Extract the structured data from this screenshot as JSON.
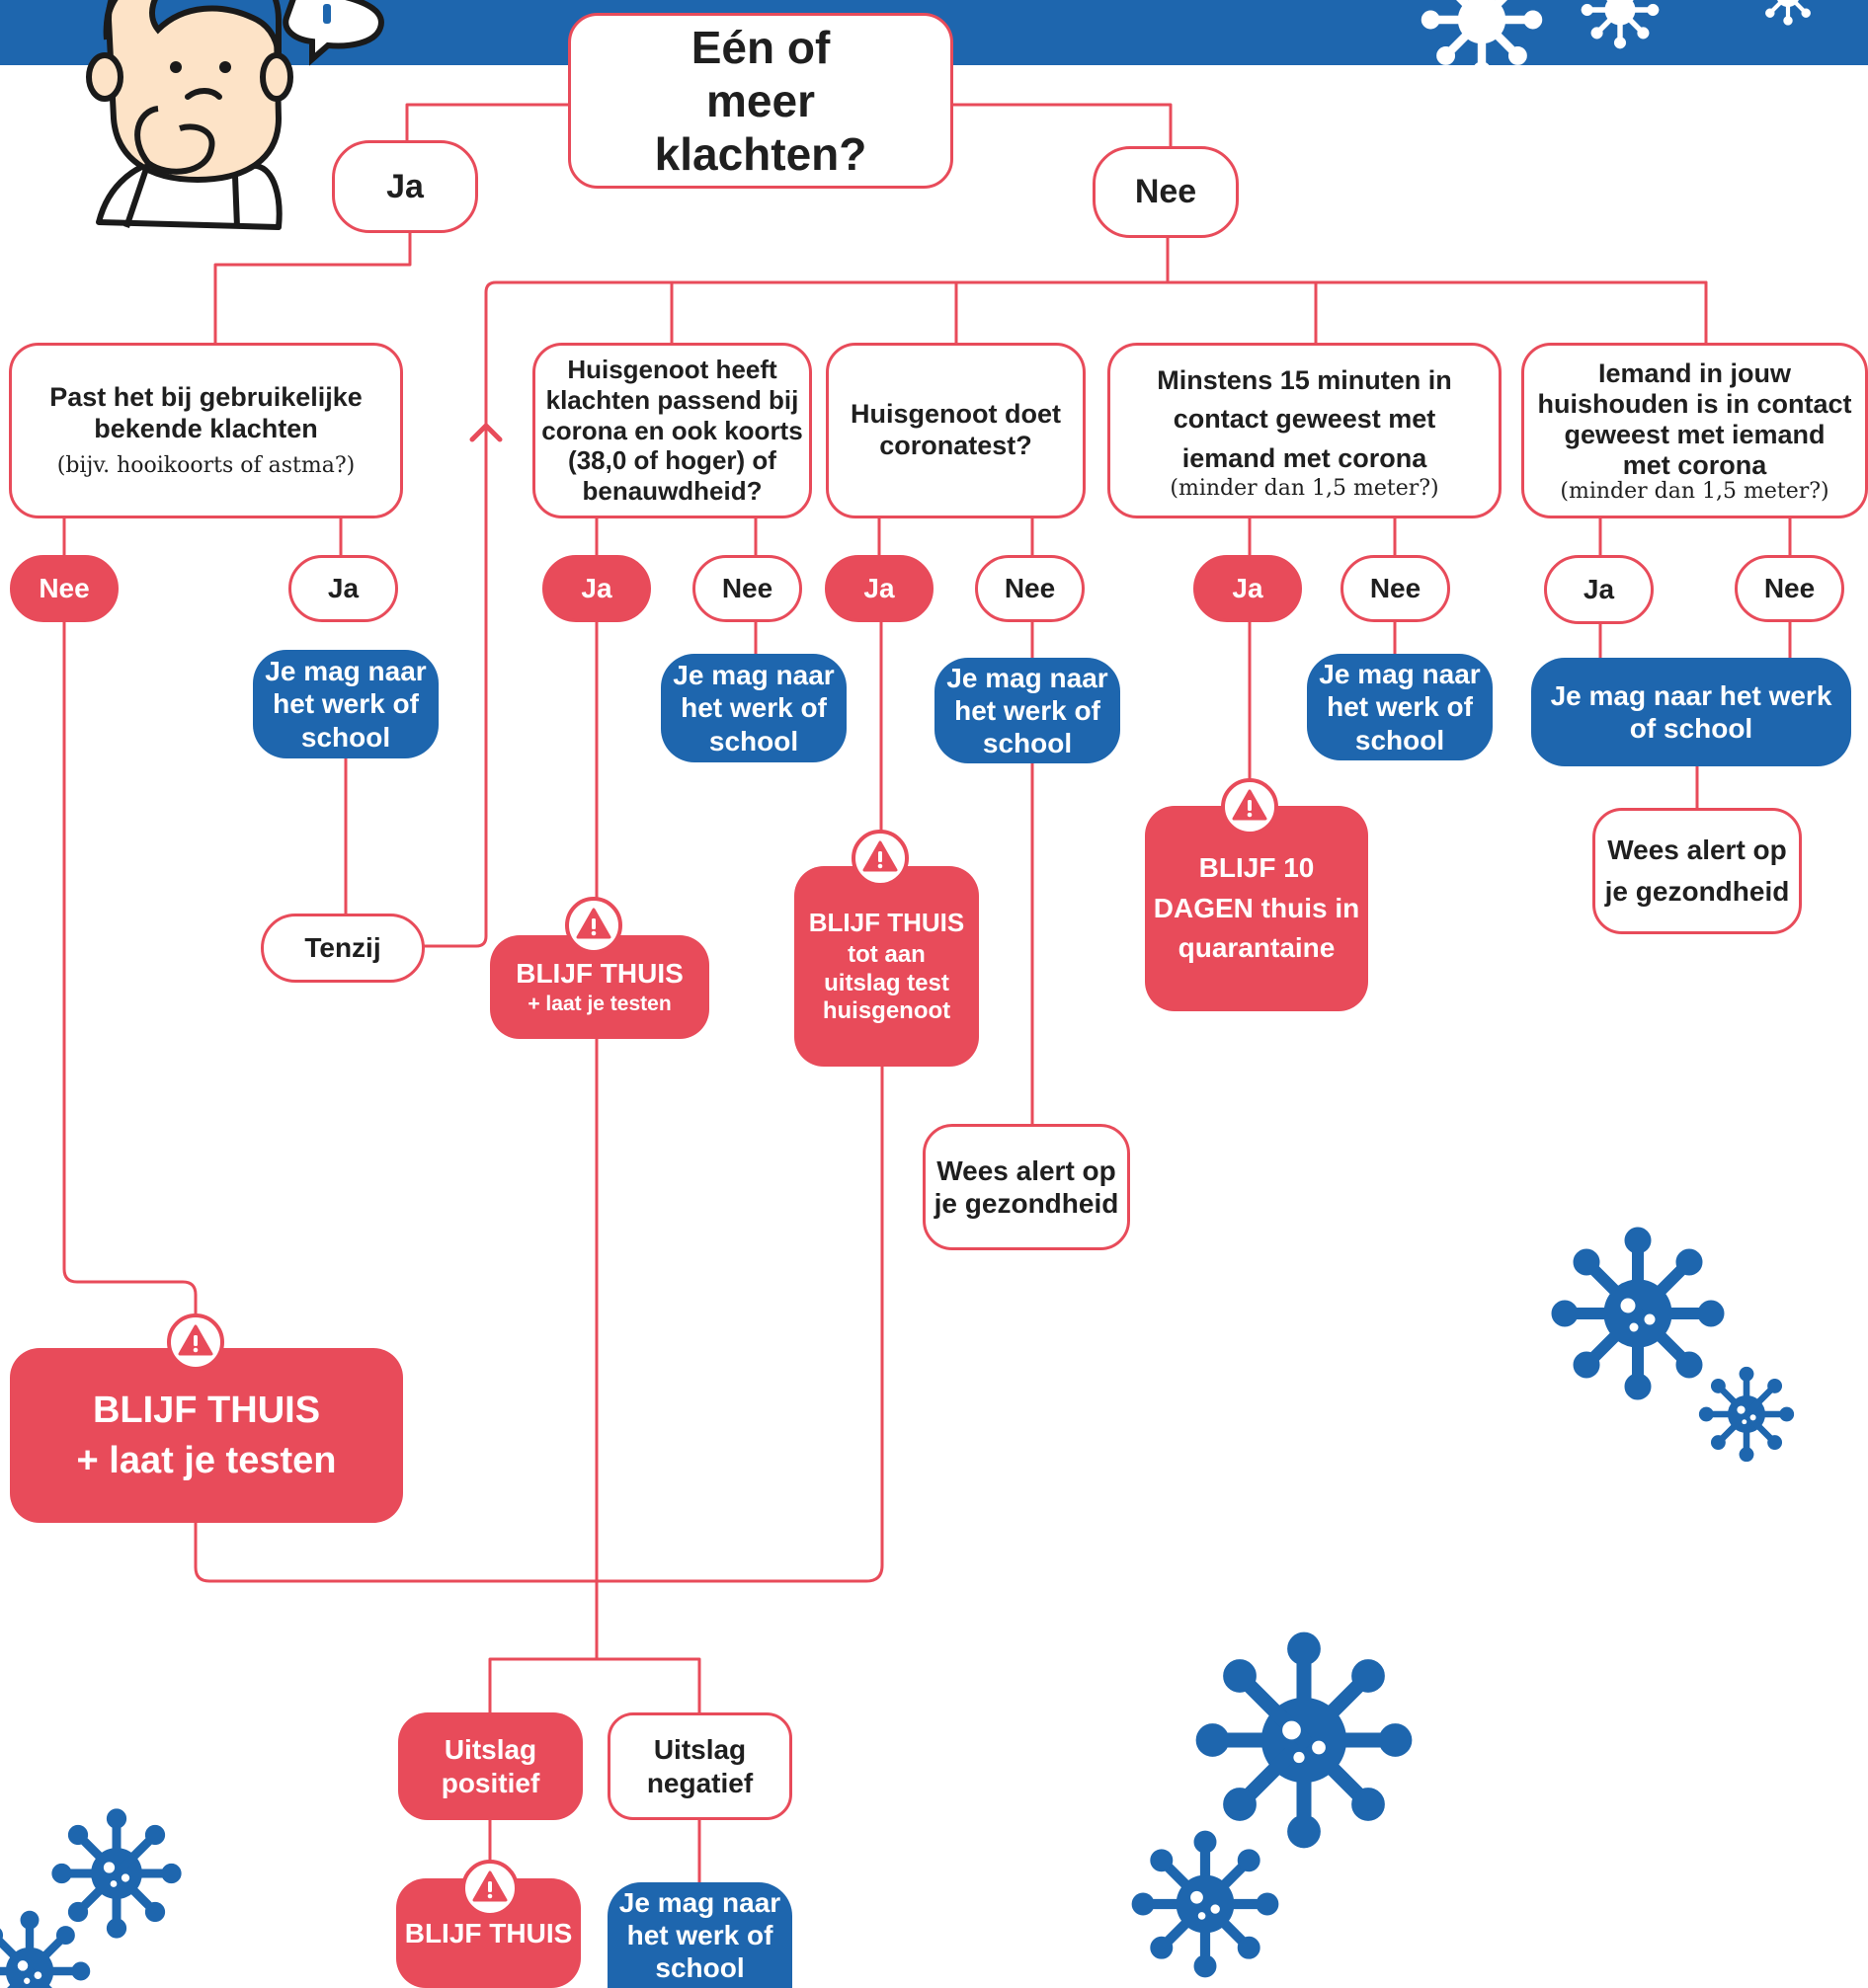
{
  "start": {
    "question": "Eén of meer klachten?"
  },
  "root_yes": "Ja",
  "root_no": "Nee",
  "left_branch": {
    "question": "Past het bij gebruikelijke bekende klachten",
    "question_note": "(bijv. hooikoorts of astma?)",
    "no": "Nee",
    "yes": "Ja",
    "yes_result": "Je mag naar het werk of school",
    "unless": "Tenzij"
  },
  "big_alert": {
    "line1": "BLIJF THUIS",
    "line2": "+ laat je testen"
  },
  "col1": {
    "question": "Huisgenoot heeft klachten passend bij corona en ook koorts (38,0 of hoger) of benauwdheid?",
    "yes": "Ja",
    "no": "Nee",
    "no_result": "Je mag naar het werk of school",
    "alert_l1": "BLIJF THUIS",
    "alert_l2": "+ laat je testen"
  },
  "col2": {
    "question": "Huisgenoot doet coronatest?",
    "yes": "Ja",
    "no": "Nee",
    "no_result": "Je mag naar het werk of school",
    "alert_l1": "BLIJF THUIS",
    "alert_l2": "tot aan uitslag test huisgenoot",
    "alert_after_no": "Wees alert op je gezondheid"
  },
  "col3": {
    "question": "Minstens 15 minuten in contact geweest met iemand met corona",
    "question_note": "(minder dan 1,5 meter?)",
    "yes": "Ja",
    "no": "Nee",
    "no_result": "Je mag naar het werk of school",
    "alert": "BLIJF 10 DAGEN thuis in quarantaine"
  },
  "col4": {
    "question": "Iemand in jouw huishouden is in contact geweest met iemand met corona",
    "question_note": "(minder dan 1,5 meter?)",
    "yes": "Ja",
    "no": "Nee",
    "result": "Je mag naar het werk of school",
    "alert": "Wees alert op je gezondheid"
  },
  "bottom": {
    "positive": "Uitslag positief",
    "negative": "Uitslag negatief",
    "positive_result": "BLIJF THUIS",
    "negative_result": "Je mag naar het werk of school"
  },
  "colors": {
    "red": "#e84b5a",
    "blue": "#1e66ae",
    "line": "#e84b5a"
  },
  "icons": [
    "thinking-person-illustration",
    "warning-icon",
    "virus-decoration",
    "up-arrow-icon"
  ]
}
